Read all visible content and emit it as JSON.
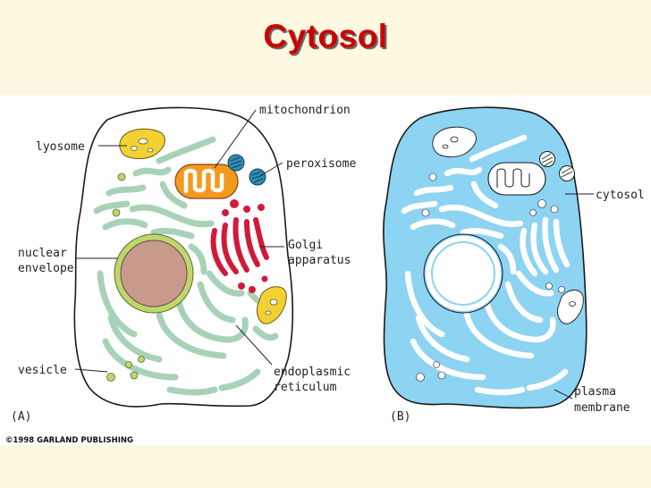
{
  "title": "Cytosol",
  "labels": {
    "lysosome": "lyosome",
    "mitochondrion": "mitochondrion",
    "peroxisome": "peroxisome",
    "nuclear_1": "nuclear",
    "nuclear_2": "envelope",
    "golgi_1": "Golgi",
    "golgi_2": "apparatus",
    "vesicle": "vesicle",
    "er_1": "endoplasmic",
    "er_2": "reticulum",
    "cytosol": "cytosol",
    "plasma_1": "plasma",
    "plasma_2": "membrane"
  },
  "panels": {
    "a": "(A)",
    "b": "(B)"
  },
  "credit": "©1998 GARLAND PUBLISHING",
  "colors": {
    "title": "#cc0000",
    "cytosol": "#8dd3f2",
    "er": "#a8d2b8",
    "nucleus": "#c79a8c",
    "nuclear_envelope": "#bfd66f",
    "golgi": "#d11a3a",
    "lysosome": "#f2d233",
    "mitochondrion": "#f39a1e",
    "peroxisome": "#2f8bb5"
  }
}
